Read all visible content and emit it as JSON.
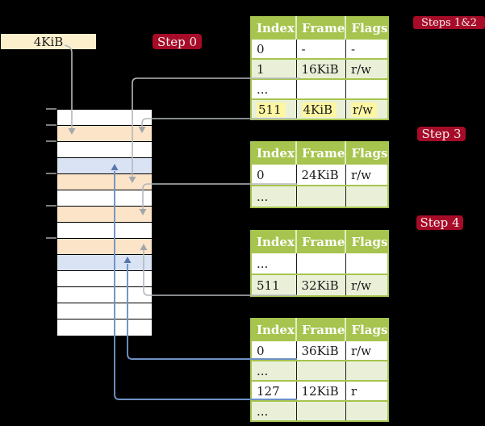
{
  "frame_box": {
    "label": "4KiB"
  },
  "badges": {
    "step0": "Step 0",
    "steps12": "Steps 1&2",
    "step3": "Step 3",
    "step4": "Step 4"
  },
  "memory": {
    "rows": [
      "white",
      "peach",
      "white",
      "blue",
      "peach",
      "white",
      "peach",
      "white",
      "peach",
      "blue",
      "white",
      "white",
      "white",
      "white"
    ]
  },
  "tables": [
    {
      "id": "steps12",
      "headers": [
        "Index",
        "Frame",
        "Flags"
      ],
      "rows": [
        {
          "cells": [
            "0",
            "-",
            "-"
          ],
          "shaded": false,
          "highlight": false
        },
        {
          "cells": [
            "1",
            "16KiB",
            "r/w"
          ],
          "shaded": true,
          "highlight": false
        },
        {
          "cells": [
            "...",
            "",
            ""
          ],
          "shaded": false,
          "highlight": false
        },
        {
          "cells": [
            "511",
            "4KiB",
            "r/w"
          ],
          "shaded": true,
          "highlight": true
        }
      ]
    },
    {
      "id": "step3",
      "headers": [
        "Index",
        "Frame",
        "Flags"
      ],
      "rows": [
        {
          "cells": [
            "0",
            "24KiB",
            "r/w"
          ],
          "shaded": false,
          "highlight": false
        },
        {
          "cells": [
            "...",
            "",
            ""
          ],
          "shaded": true,
          "highlight": false
        }
      ]
    },
    {
      "id": "step4",
      "headers": [
        "Index",
        "Frame",
        "Flags"
      ],
      "rows": [
        {
          "cells": [
            "...",
            "",
            ""
          ],
          "shaded": false,
          "highlight": false
        },
        {
          "cells": [
            "511",
            "32KiB",
            "r/w"
          ],
          "shaded": true,
          "highlight": false
        }
      ]
    },
    {
      "id": "final",
      "headers": [
        "Index",
        "Frame",
        "Flags"
      ],
      "rows": [
        {
          "cells": [
            "0",
            "36KiB",
            "r/w"
          ],
          "shaded": false,
          "highlight": false
        },
        {
          "cells": [
            "...",
            "",
            ""
          ],
          "shaded": true,
          "highlight": false
        },
        {
          "cells": [
            "127",
            "12KiB",
            "r"
          ],
          "shaded": false,
          "highlight": false
        },
        {
          "cells": [
            "...",
            "",
            ""
          ],
          "shaded": true,
          "highlight": false
        }
      ]
    }
  ],
  "connectors": [
    {
      "name": "size-label-to-frame-4kib",
      "from": "4KiB size label",
      "to": "memory frame 4KiB",
      "color": "gray"
    },
    {
      "name": "steps12-idx1-to-16kib",
      "from": "Steps 1&2 table index 1 (16KiB)",
      "to": "memory frame 16KiB",
      "color": "gray"
    },
    {
      "name": "steps12-idx511-to-4kib",
      "from": "Steps 1&2 table index 511 (4KiB)",
      "to": "memory frame 4KiB",
      "color": "gray"
    },
    {
      "name": "step3-idx0-to-24kib",
      "from": "Step 3 table index 0 (24KiB)",
      "to": "memory frame 24KiB",
      "color": "gray"
    },
    {
      "name": "step4-idx511-to-32kib",
      "from": "Step 4 table index 511 (32KiB)",
      "to": "memory frame 32KiB",
      "color": "gray"
    },
    {
      "name": "final-idx0-to-36kib",
      "from": "final table index 0 (36KiB)",
      "to": "memory frame 36KiB",
      "color": "blue"
    },
    {
      "name": "final-idx127-to-12kib",
      "from": "final table index 127 (12KiB)",
      "to": "memory frame 12KiB",
      "color": "blue"
    }
  ],
  "colors": {
    "badge_red": "#a60c28",
    "table_header_green": "#a6c44e",
    "table_row_green": "#eaf0d8",
    "highlight_yellow": "#fdf6a2",
    "memory_peach": "#fce4c9",
    "memory_blue": "#d9e3f4",
    "frame_box_cream": "#fcefcc",
    "gray_arrow": "#b4b7bc",
    "blue_arrow": "#6d92c4"
  }
}
